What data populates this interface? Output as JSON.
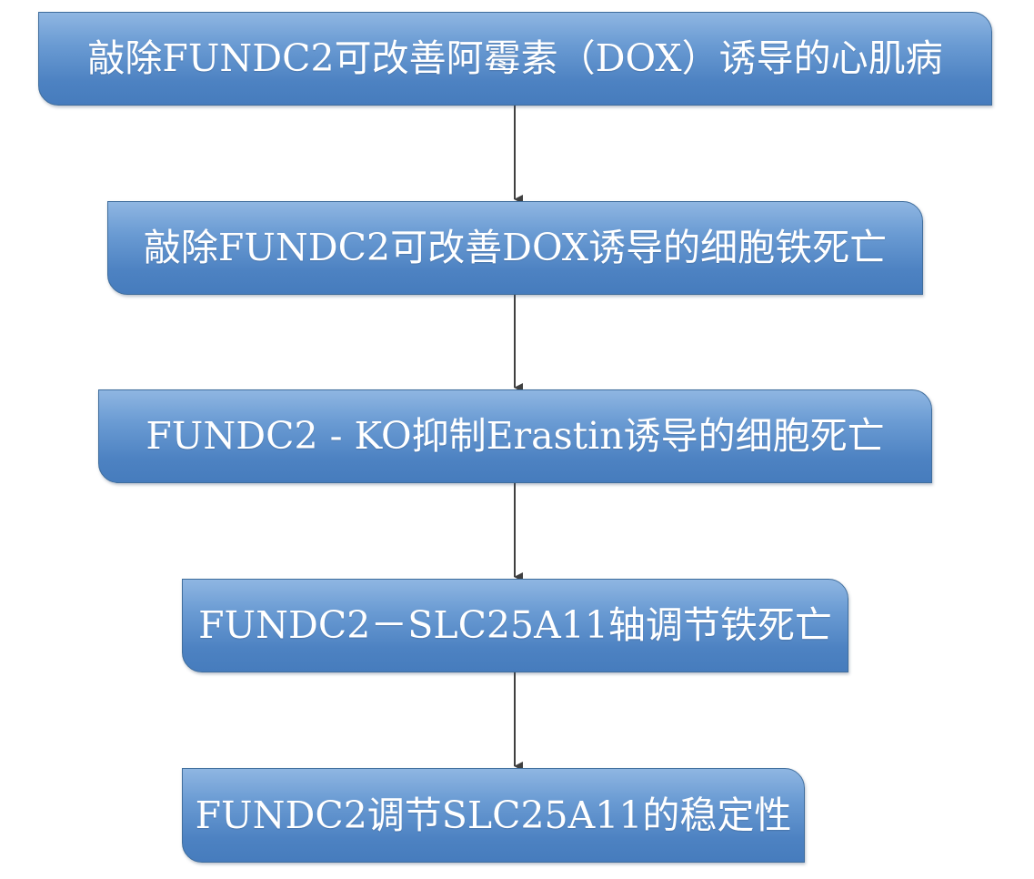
{
  "flowchart": {
    "steps": [
      {
        "label": "敲除FUNDC2可改善阿霉素（DOX）诱导的心肌病"
      },
      {
        "label": "敲除FUNDC2可改善DOX诱导的细胞铁死亡"
      },
      {
        "label": "FUNDC2 - KO抑制Erastin诱导的细胞死亡"
      },
      {
        "label": "FUNDC2－SLC25A11轴调节铁死亡"
      },
      {
        "label": "FUNDC2调节SLC25A11的稳定性"
      }
    ],
    "colors": {
      "box_fill_top": "#8fb6e2",
      "box_fill_bottom": "#467cbd",
      "box_border": "#3f6d9c",
      "text": "#ffffff",
      "arrow": "#404040"
    }
  }
}
